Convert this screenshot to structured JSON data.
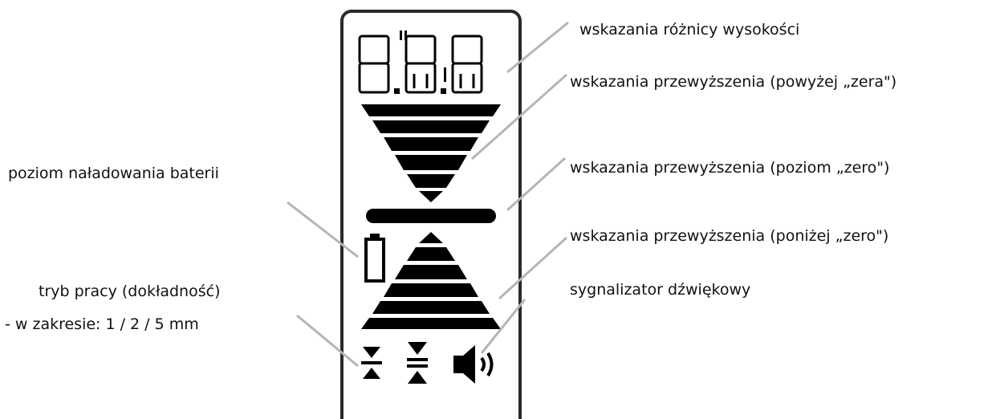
{
  "labels": {
    "height_difference": "wskazania różnicy wysokości",
    "above_zero": "wskazania przewyższenia (powyżej „zera\")",
    "zero_level": "wskazania przewyższenia (poziom „zero\")",
    "below_zero": "wskazania przewyższenia (poniżej „zero\")",
    "sound_signal": "sygnalizator dźwiękowy",
    "battery_level": "poziom naładowania baterii",
    "work_mode": "tryb pracy (dokładność)",
    "work_mode_range": "- w zakresie: 1 / 2 / 5  mm"
  },
  "display": {
    "digits": "8.8.8",
    "digit_marks": "\"!"
  }
}
